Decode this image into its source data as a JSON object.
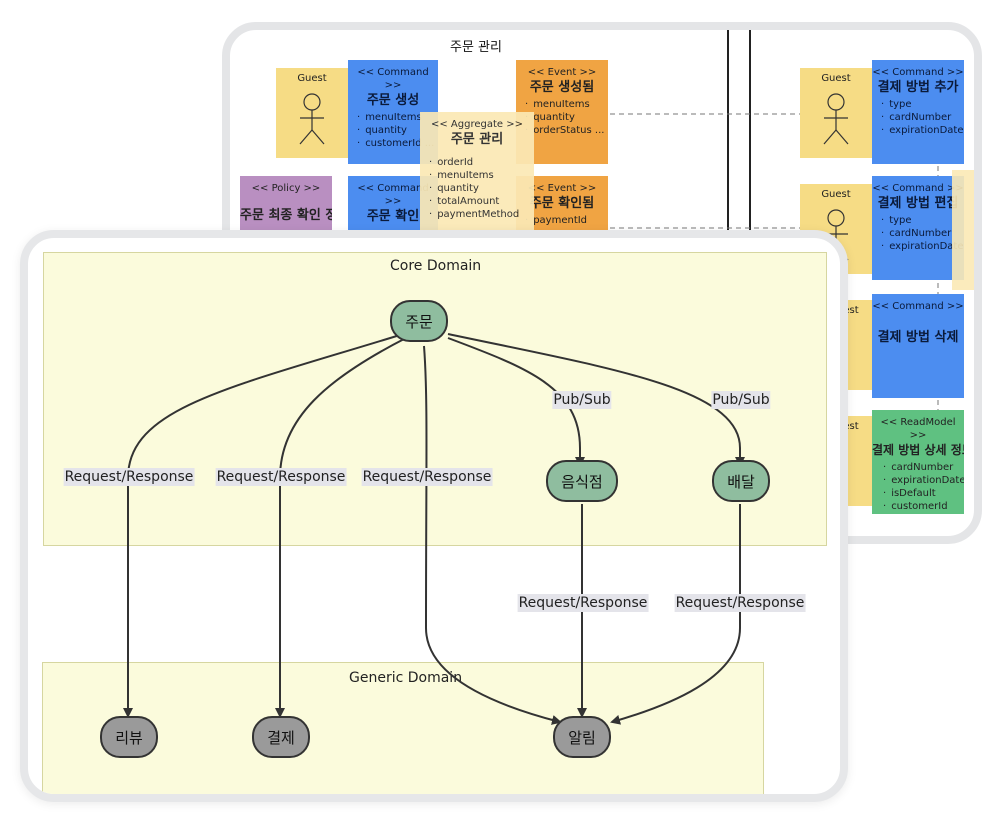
{
  "back_panel": {
    "title": "주문 관리",
    "left": {
      "actor_guest": "Guest",
      "cmd_create": {
        "stereotype": "<< Command >>",
        "title": "주문 생성",
        "fields": [
          "menuItems",
          "quantity",
          "customerId ..."
        ]
      },
      "event_created": {
        "stereotype": "<< Event >>",
        "title": "주문 생성됨",
        "fields": [
          "menuItems",
          "quantity",
          "orderStatus ..."
        ]
      },
      "aggregate": {
        "stereotype": "<< Aggregate >>",
        "title": "주문 관리",
        "fields": [
          "orderId",
          "menuItems",
          "quantity",
          "totalAmount",
          "paymentMethod"
        ]
      },
      "policy": {
        "stereotype": "<< Policy >>",
        "title": "주문 최종 확인 정책"
      },
      "cmd_confirm": {
        "stereotype": "<< Command >>",
        "title": "주문 확인"
      },
      "event_confirmed": {
        "stereotype": "<< Event >>",
        "title": "주문 확인됨",
        "fields": [
          "paymentId"
        ]
      }
    },
    "right": {
      "actor_guest_1": "Guest",
      "actor_guest_2": "Guest",
      "actor_guest_3": "est",
      "actor_guest_4": "est",
      "cmd_add": {
        "stereotype": "<< Command >>",
        "title": "결제 방법 추가",
        "fields": [
          "type",
          "cardNumber",
          "expirationDate"
        ]
      },
      "cmd_edit": {
        "stereotype": "<< Command >>",
        "title": "결제 방법 편집",
        "fields": [
          "type",
          "cardNumber",
          "expirationDate"
        ]
      },
      "cmd_delete": {
        "stereotype": "<< Command >>",
        "title": "결제 방법 삭제"
      },
      "readmodel": {
        "stereotype": "<< ReadModel >>",
        "title": "결제 방법 상세 정보",
        "fields": [
          "cardNumber",
          "expirationDate",
          "isDefault",
          "customerId"
        ]
      }
    }
  },
  "front_panel": {
    "core_domain_label": "Core Domain",
    "generic_domain_label": "Generic Domain",
    "nodes": {
      "order": "주문",
      "restaurant": "음식점",
      "delivery": "배달",
      "review": "리뷰",
      "payment": "결제",
      "notification": "알림"
    },
    "edge_labels": {
      "order_review": "Request/Response",
      "order_payment": "Request/Response",
      "order_notification": "Request/Response",
      "order_restaurant": "Pub/Sub",
      "order_delivery": "Pub/Sub",
      "restaurant_notification": "Request/Response",
      "delivery_notification": "Request/Response"
    }
  },
  "colors": {
    "command": "#4c8df0",
    "event": "#f0a443",
    "actor": "#f6dc85",
    "policy": "#b98fc1",
    "readmodel": "#5fc181",
    "core_node": "#8fbd9f",
    "generic_node": "#9a9a9a"
  }
}
